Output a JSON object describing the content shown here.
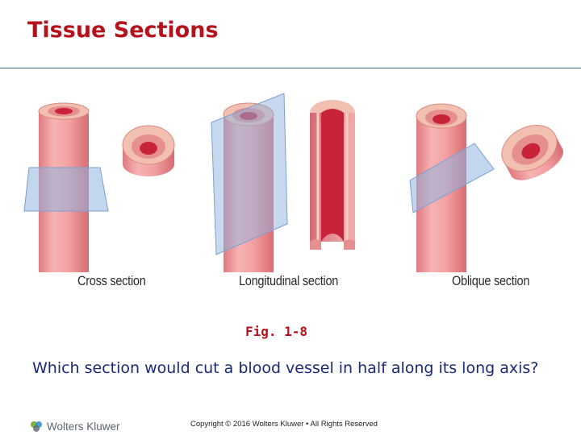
{
  "slide": {
    "title": "Tissue Sections",
    "figure_ref": "Fig. 1-8",
    "question": "Which section would cut a blood vessel in half along its long axis?",
    "copyright": "Copyright © 2016 Wolters Kluwer • All Rights Reserved",
    "logo_text": "Wolters Kluwer"
  },
  "figure": {
    "captions": {
      "cross": "Cross section",
      "longitudinal": "Longitudinal  section",
      "oblique": "Oblique section"
    }
  },
  "colors": {
    "title": "#b5121b",
    "question": "#1a2a7a",
    "vessel_wall": "#f2a0a0",
    "vessel_lumen": "#c7243a",
    "plane": "#8fb4e0"
  }
}
